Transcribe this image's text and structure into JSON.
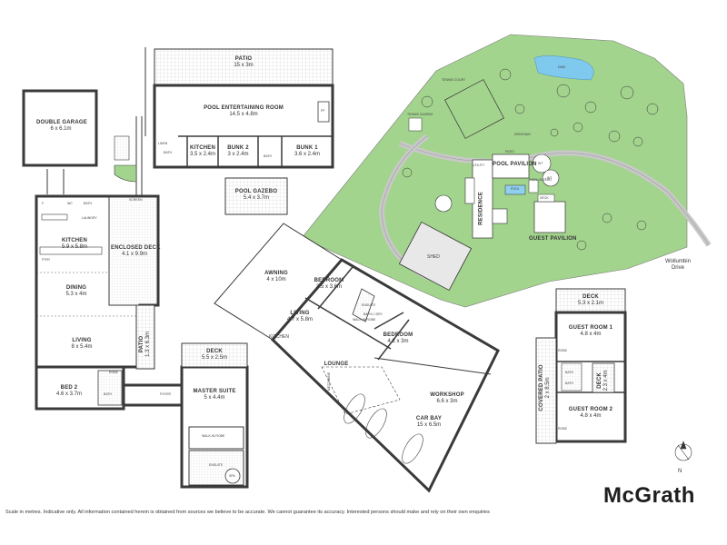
{
  "brand": {
    "name": "McGrath"
  },
  "disclaimer": "Scale in metres. Indicative only. All information contained herein is obtained from sources we believe to be accurate. We cannot guarantee its accuracy. Interested persons should make and rely on their own enquiries",
  "north": "N",
  "residence": {
    "double_garage": {
      "name": "DOUBLE GARAGE",
      "dims": "6 x 6.1m"
    },
    "kitchen": {
      "name": "KITCHEN",
      "dims": "5.9 x 5.8m"
    },
    "enclosed_deck": {
      "name": "ENCLOSED DECK",
      "dims": "4.1 x 9.9m"
    },
    "dining": {
      "name": "DINING",
      "dims": "5.3 x 4m"
    },
    "living": {
      "name": "LIVING",
      "dims": "8 x 5.4m"
    },
    "patio": {
      "name": "PATIO",
      "dims": "1.3 x 6.3m"
    },
    "bed2": {
      "name": "BED 2",
      "dims": "4.6 x 3.7m"
    },
    "deck": {
      "name": "DECK",
      "dims": "5.5 x 2.5m"
    },
    "master_suite": {
      "name": "MASTER SUITE",
      "dims": "5 x 4.4m"
    },
    "walk_in_robe": "WALK-IN ROBE",
    "ensuite": "ENSUITE",
    "spa": "SPA",
    "foyer": "FOYER",
    "laundry": "LAUNDRY",
    "bath": "BATH",
    "wc": "WC",
    "pty": "PTRY",
    "screen": "SCREEN",
    "robe": "ROBE",
    "f": "F"
  },
  "pool_pavilion": {
    "patio": {
      "name": "PATIO",
      "dims": "15 x 3m"
    },
    "entertaining": {
      "name": "POOL ENTERTAINING ROOM",
      "dims": "14.5 x 4.8m"
    },
    "kitchen": {
      "name": "KITCHEN",
      "dims": "3.5 x 2.4m"
    },
    "bunk2": {
      "name": "BUNK 2",
      "dims": "3 x 2.4m"
    },
    "bunk1": {
      "name": "BUNK 1",
      "dims": "3.6 x 2.4m"
    },
    "linen": "LINEN",
    "bath": "BATH",
    "fp": "FP",
    "gazebo": {
      "name": "POOL GAZEBO",
      "dims": "5.4 x 3.7m"
    }
  },
  "shed": {
    "awning": {
      "name": "AWNING",
      "dims": "4 x 10m"
    },
    "bedroom1": {
      "name": "BEDROOM",
      "dims": "3.5 x 3.6m"
    },
    "living": {
      "name": "LIVING",
      "dims": "4.7 x 5.8m"
    },
    "kitchen": "KITCHEN",
    "walk_in_robe": "WALK-IN ROBE",
    "bath_ldry": "BATH/ L'DRY",
    "ensuite": "ENSUITE",
    "bedroom2": {
      "name": "BEDROOM",
      "dims": "4.2 x 3m"
    },
    "lounge": "LOUNGE",
    "mezzanine": "MEZZANINE",
    "workshop": {
      "name": "WORKSHOP",
      "dims": "6.6 x 3m"
    },
    "car_bay": {
      "name": "CAR BAY",
      "dims": "15 x 6.5m"
    }
  },
  "guest_pavilion": {
    "deck_top": {
      "name": "DECK",
      "dims": "5.3 x 2.1m"
    },
    "guest1": {
      "name": "GUEST ROOM 1",
      "dims": "4.8 x 4m"
    },
    "covered_patio": {
      "name": "COVERED PATIO",
      "dims": "2 x 8.5m"
    },
    "deck_side": {
      "name": "DECK",
      "dims": "2.3 x 4m"
    },
    "guest2": {
      "name": "GUEST ROOM 2",
      "dims": "4.8 x 4m"
    },
    "bath": "BATH",
    "robe": "ROBE"
  },
  "site": {
    "dam": "DAM",
    "tennis_court": "TENNIS COURT",
    "tennis_gazebo": "TENNIS GAZEBO",
    "driveway": "DRIVEWAY",
    "patio": "PATIO",
    "utility": "UTILITY",
    "pool_pavilion": "POOL PAVILION",
    "pool_gazebo": "POOL GAZEBO",
    "pool": "POOL",
    "residence": "RESIDENCE",
    "deck": "DECK",
    "guest_pavilion": "GUEST PAVILION",
    "shed": "SHED",
    "wt": "WT",
    "road_line1": "Wollumbin",
    "road_line2": "Drive"
  },
  "colors": {
    "lawn": "#a3d48e",
    "wall": "#3a3a3a",
    "pool": "#8fd0f0",
    "dam": "#7fc8ee",
    "tile": "#eeeeee"
  }
}
